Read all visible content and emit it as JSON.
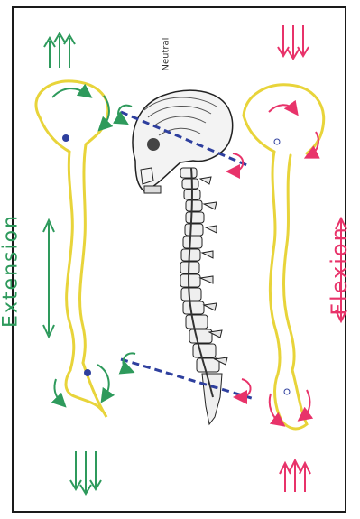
{
  "labels": {
    "extension": "Extension",
    "flexion": "Flexion",
    "neutral": "Neutral"
  },
  "colors": {
    "extension": "#2e9a5c",
    "flexion": "#e8336a",
    "spine": "#f0e040",
    "axis": "#2e3f9e",
    "ink": "#222222"
  },
  "icons": {
    "skeleton": "spine-skeleton-icon",
    "arrows_up": "arrow-up-icon",
    "arrows_down": "arrow-down-icon",
    "rotation": "rotation-arrow-icon",
    "axis_dot": "axis-dot-icon"
  }
}
